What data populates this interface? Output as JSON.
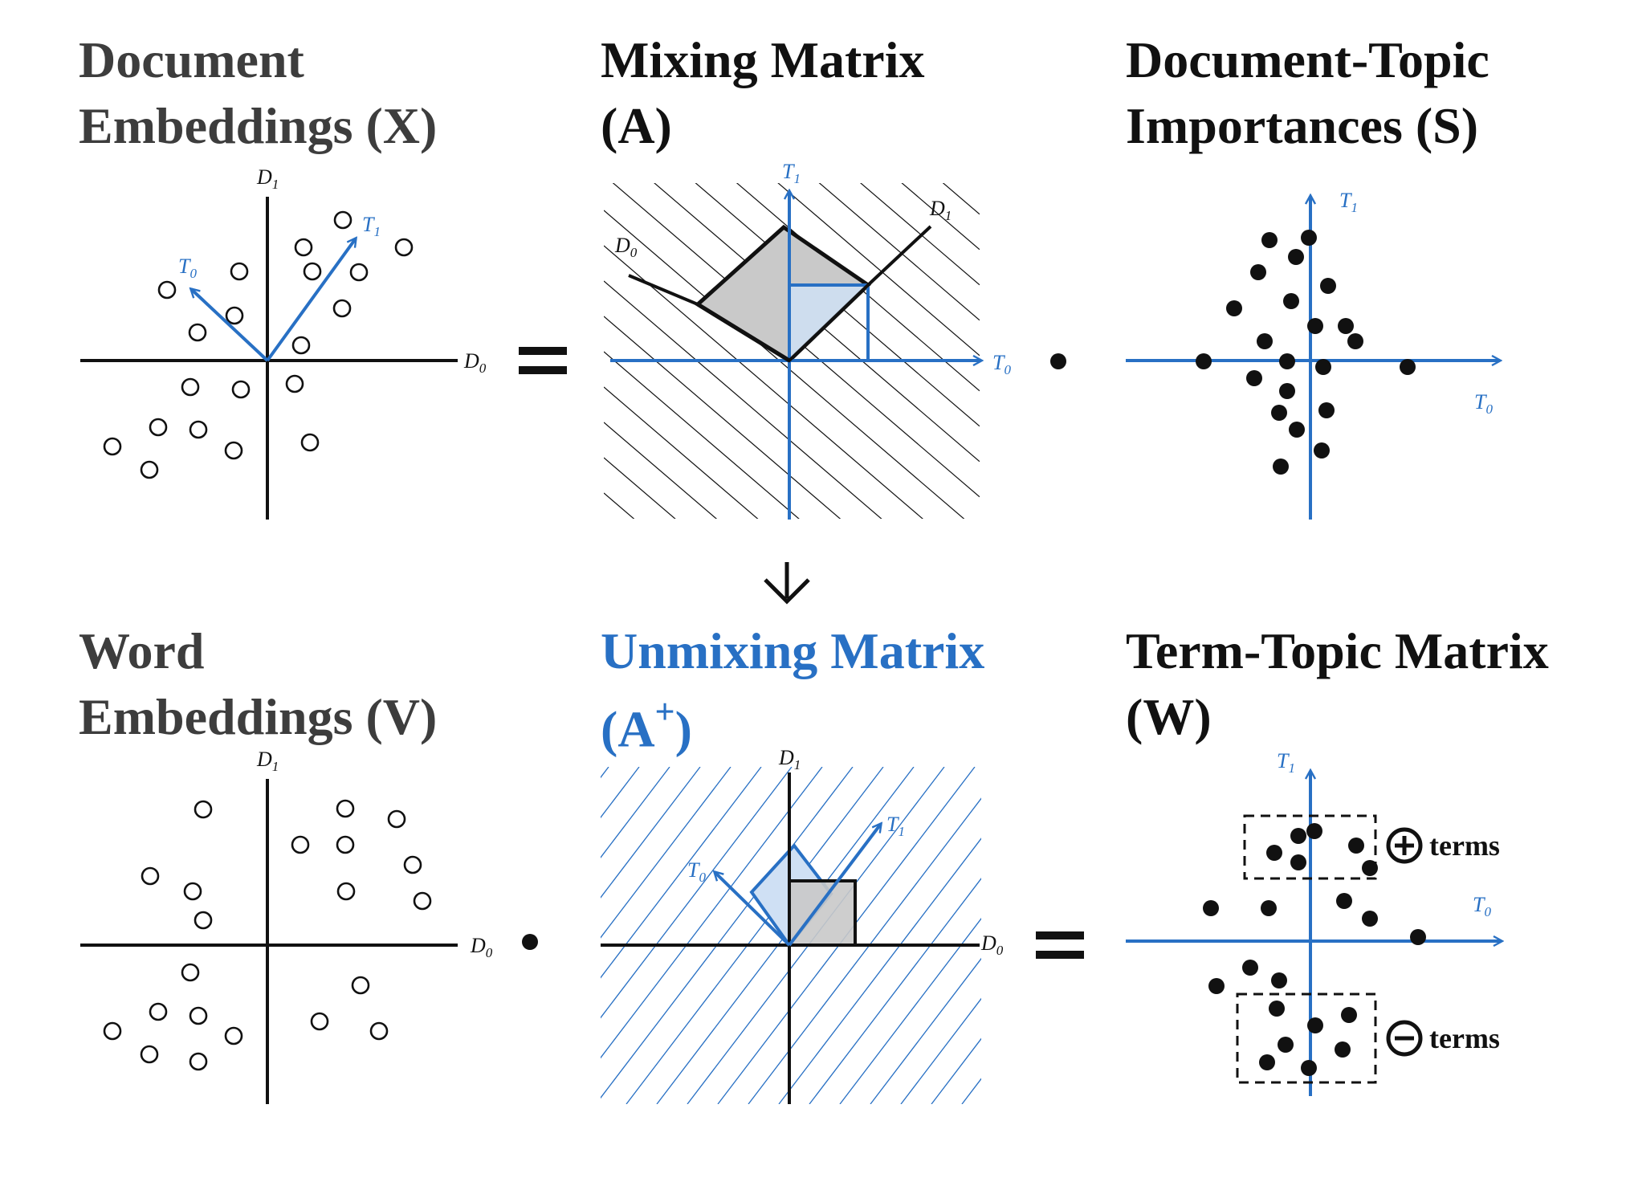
{
  "colors": {
    "blue": "#2870c4",
    "black": "#111111",
    "gray_title": "#3d3d3d",
    "gray_fill": "#cfcfcf",
    "light_blue_fill": "#cfe0f4"
  },
  "titles": {
    "doc_embeddings": {
      "line1": "Document",
      "line2": "Embeddings (X)"
    },
    "mixing_matrix": {
      "line1": "Mixing Matrix",
      "line2": "(A)"
    },
    "doc_topic": {
      "line1": "Document-Topic",
      "line2": "Importances (S)"
    },
    "word_embeddings": {
      "line1": "Word",
      "line2": "Embeddings (V)"
    },
    "unmixing_matrix": {
      "line1": "Unmixing Matrix",
      "line2_open": "(A",
      "line2_sup": "+",
      "line2_close": ")"
    },
    "term_topic": {
      "line1": "Term-Topic Matrix",
      "line2": "(W)"
    }
  },
  "axis_labels": {
    "D0": "D",
    "D1": "D",
    "T0": "T",
    "T1": "T",
    "sub0": "0",
    "sub1": "1"
  },
  "operators": {
    "equals": "=",
    "dot": "•",
    "arrow_down": "↓"
  },
  "term_boxes": {
    "positive_label": "terms",
    "negative_label": "terms",
    "positive_icon": "plus-circle-icon",
    "negative_icon": "minus-circle-icon"
  }
}
